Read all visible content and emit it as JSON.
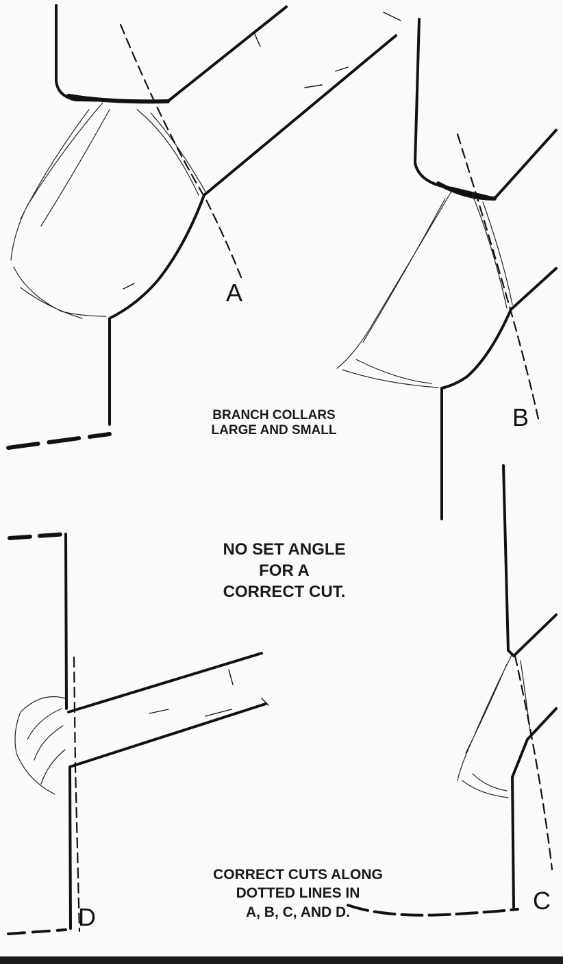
{
  "figures": [
    {
      "id": "A",
      "label": "A"
    },
    {
      "id": "B",
      "label": "B"
    },
    {
      "id": "C",
      "label": "C"
    },
    {
      "id": "D",
      "label": "D"
    }
  ],
  "captions": {
    "branch_collars": [
      "BRANCH COLLARS",
      "LARGE AND SMALL"
    ],
    "no_set_angle": [
      "NO SET ANGLE",
      "FOR A",
      "CORRECT CUT."
    ],
    "correct_cuts": [
      "CORRECT CUTS ALONG",
      "DOTTED LINES IN",
      "A, B, C, AND D."
    ]
  },
  "colors": {
    "ink": "#111111",
    "paper": "#fafafa"
  }
}
